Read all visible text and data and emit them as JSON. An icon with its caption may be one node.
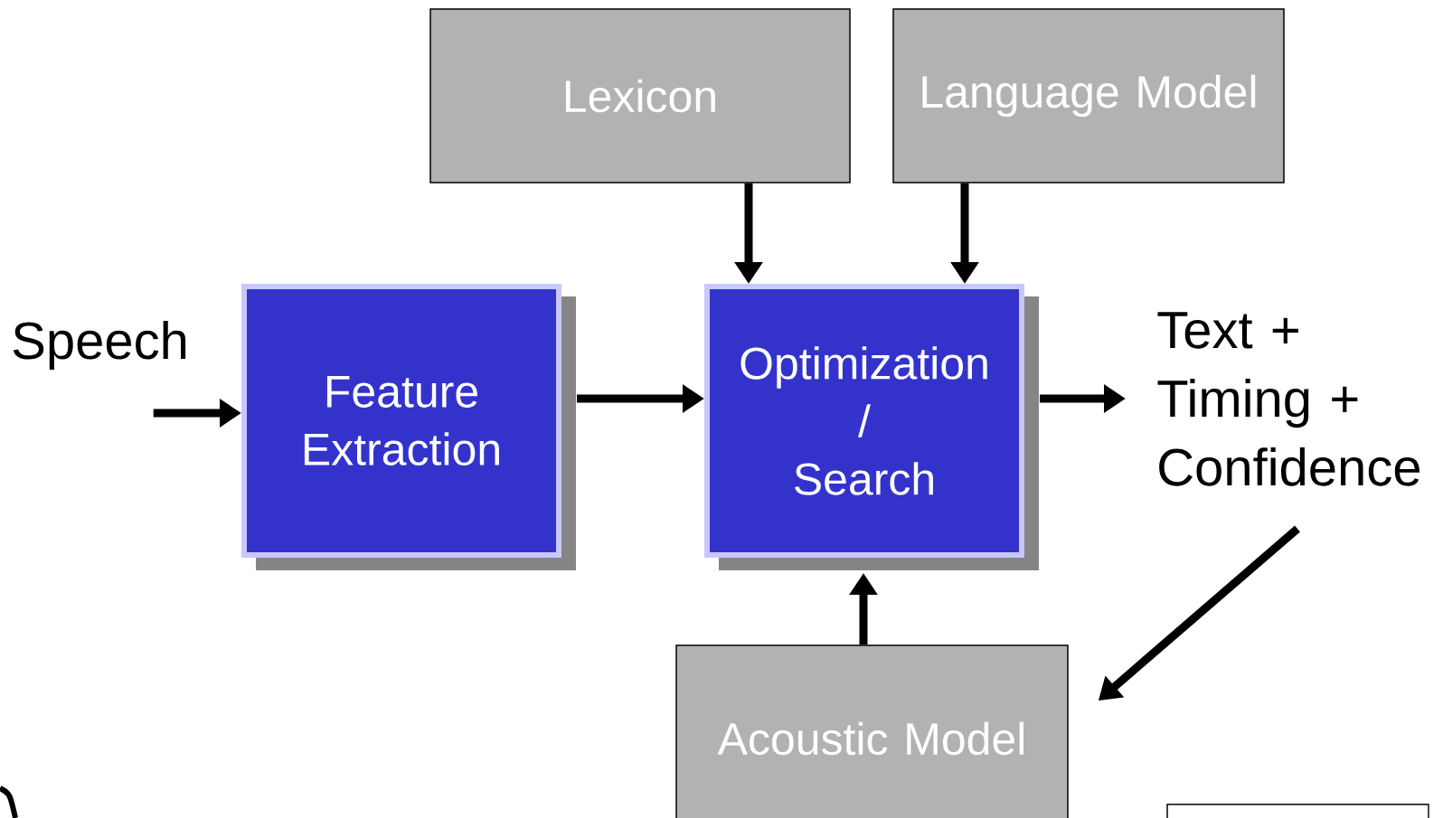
{
  "diagram": {
    "nodes": [
      {
        "text": [
          "Speech"
        ]
      },
      {
        "text": [
          "Feature Extraction"
        ]
      },
      {
        "text": [
          "Lexicon"
        ]
      },
      {
        "text": [
          "Language Model"
        ]
      },
      {
        "text": [
          "Optimization / Search"
        ]
      },
      {
        "text": [
          "Text + Timing + Confidence"
        ]
      },
      {
        "text": [
          "Acoustic Model"
        ]
      },
      {
        "text": [],
        "shape": "box"
      }
    ],
    "edges": [
      {
        "from": 0,
        "to": 1,
        "arrow": "to"
      },
      {
        "from": 1,
        "to": 4,
        "arrow": "to"
      },
      {
        "from": 2,
        "to": 4,
        "arrow": "to"
      },
      {
        "from": 3,
        "to": 4,
        "arrow": "to"
      },
      {
        "from": 6,
        "to": 4,
        "arrow": "to"
      },
      {
        "from": 4,
        "to": 5,
        "arrow": "to"
      },
      {
        "from": 5,
        "to": 6,
        "arrow": "to"
      }
    ]
  }
}
